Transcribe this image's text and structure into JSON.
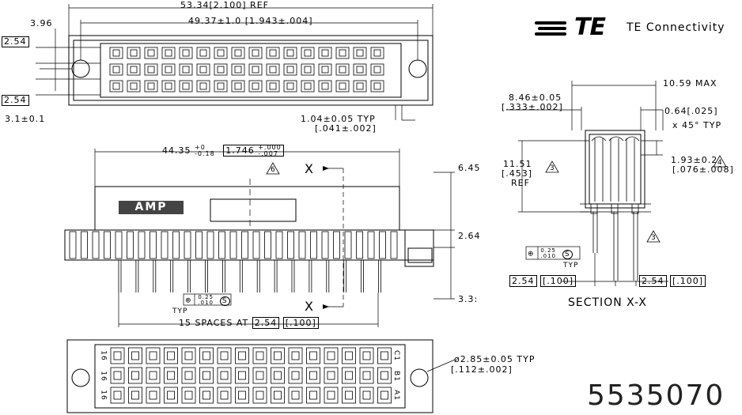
{
  "brand": {
    "logo_letters": "TE",
    "company_name": "TE Connectivity"
  },
  "part_number": "5535070",
  "top_view": {
    "overall_length": "53.34[2.100] REF",
    "mounting_hole_spacing": "49.37±1.0 [1.943±.004]",
    "edge_to_hole": "3.96",
    "row_pitch_upper": "2.54",
    "row_pitch_lower": "2.54",
    "hole_offset": "3.1±0.1",
    "flange_thickness_line1": "1.04±0.05  TYP",
    "flange_thickness_line2": "[.041±.002]"
  },
  "front_view": {
    "body_length_value": "44.35",
    "tol_plus": "+0",
    "tol_minus": "-0.18",
    "body_length_inch": "1.746",
    "inch_tol_plus": "+.000",
    "inch_tol_minus": "-.007",
    "height": "6.45",
    "flange_height": "2.64",
    "tail_length": "3.3:",
    "spacing_prefix": "15  SPACES  AT",
    "spacing_mm": "2.54",
    "spacing_inch": "[.100]",
    "position_tol_value": "0.25",
    "position_tol_inch": ".010",
    "position_modifier": "S",
    "typ_label": "TYP",
    "cut_label": "X",
    "note_6": "6",
    "amp_logo": "AMP"
  },
  "section": {
    "title": "SECTION  X-X",
    "width_max": "10.59  MAX",
    "dim_a_line1": "8.46±0.05",
    "dim_a_line2": "[.333±.002]",
    "chamfer_line1": "0.64[.025]",
    "chamfer_line2": "x  45° TYP",
    "dim_b_line1": "1.93±0.2",
    "dim_b_line2": "[.076±.008]",
    "height_line1": "11.51",
    "height_line2": "[.453]",
    "height_line3": "REF",
    "note_3": "3",
    "note_4": "4",
    "pos_tol_value": "0.25",
    "pos_tol_inch": ".010",
    "pos_modifier": "S",
    "typ_label": "TYP",
    "pitch_left_mm": "2.54",
    "pitch_left_inch": "[.100]",
    "pitch_right_mm": "2.54",
    "pitch_right_inch": "[.100]"
  },
  "bottom_view": {
    "hole_dia_line1": "ø2.85±0.05  TYP",
    "hole_dia_line2": "[.112±.002]",
    "left_labels": [
      "16",
      "16",
      "16"
    ],
    "right_labels": [
      "C1",
      "B1",
      "A1"
    ]
  }
}
